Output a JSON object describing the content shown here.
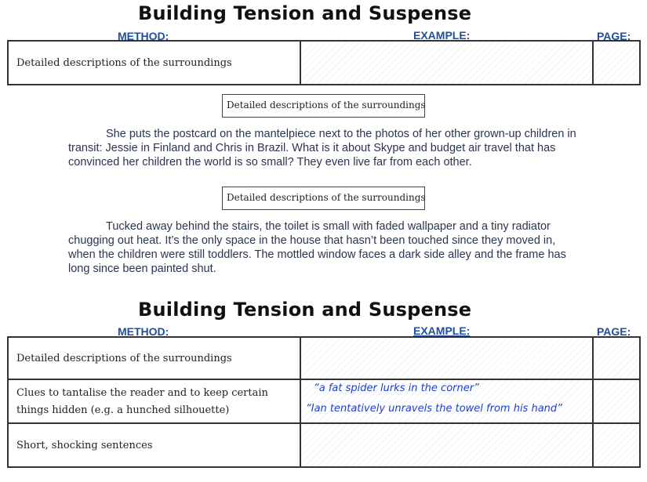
{
  "section1": {
    "title": "Building Tension and Suspense",
    "headers": {
      "method": "METHOD:",
      "example": "EXAMPLE:",
      "page": "PAGE:"
    },
    "rows": [
      {
        "method": "Detailed descriptions of the surroundings",
        "example": "",
        "page": ""
      }
    ]
  },
  "labels": [
    "Detailed descriptions of the surroundings",
    "Detailed descriptions of the surroundings"
  ],
  "paragraphs": [
    "She puts the postcard on the mantelpiece next to the photos of her other grown-up children in transit: Jessie in Finland and Chris in Brazil. What is it about Skype and budget air travel that has convinced her children the world is so small? They even live far from each other.",
    "Tucked away behind the stairs, the toilet is small with faded wallpaper and a tiny radiator chugging out heat. It’s the only space in the house that hasn’t been touched since they moved in, when the children were still toddlers. The mottled window faces a dark side alley and the frame has long since been painted shut."
  ],
  "section2": {
    "title": "Building Tension and Suspense",
    "headers": {
      "method": "METHOD:",
      "example": "EXAMPLE:",
      "page": "PAGE:"
    },
    "rows": [
      {
        "method": "Detailed descriptions of the surroundings",
        "examples": [],
        "page": ""
      },
      {
        "method_line1": "Clues to tantalise the reader and to keep certain",
        "method_line2": "things hidden (e.g. a hunched silhouette)",
        "examples": [
          "“a fat spider lurks in the corner”",
          "“Ian tentatively unravels the towel from his hand”"
        ],
        "page": ""
      },
      {
        "method": "Short, shocking sentences",
        "examples": [],
        "page": ""
      }
    ]
  }
}
